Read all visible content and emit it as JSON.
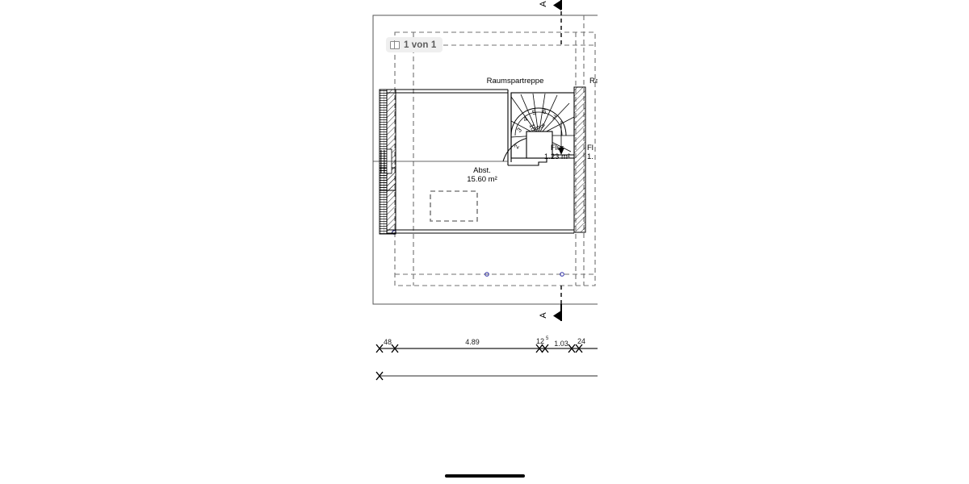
{
  "viewer": {
    "page_badge": {
      "label": "1 von 1",
      "icon": "book-page-icon"
    }
  },
  "plan": {
    "title_annotations": {
      "stair_label": "Raumspartreppe",
      "stair_label_clipped": "Ra",
      "section_marker_top": "A",
      "section_marker_bottom": "A"
    },
    "rooms": [
      {
        "name": "Abst.",
        "area": "15.60 m²"
      },
      {
        "name": "Flur",
        "area": "1.23 m²"
      },
      {
        "name": "Fl",
        "area": "1."
      }
    ],
    "stair_treads": [
      "2",
      "3",
      "4",
      "5",
      "6",
      "7",
      "8",
      "9",
      "10"
    ],
    "dimensions": {
      "row1": [
        {
          "value": "48",
          "sup": ""
        },
        {
          "value": "4.89",
          "sup": ""
        },
        {
          "value": "12",
          "sup": "5"
        },
        {
          "value": "1.03",
          "sup": ""
        },
        {
          "value": "24",
          "sup": ""
        }
      ]
    },
    "colors": {
      "line": "#000000",
      "dash_gray": "#707070",
      "badge_bg": "#efefef",
      "badge_text": "#5c5c5c",
      "marker_blue": "#3333aa",
      "dim_line": "#444444"
    }
  }
}
